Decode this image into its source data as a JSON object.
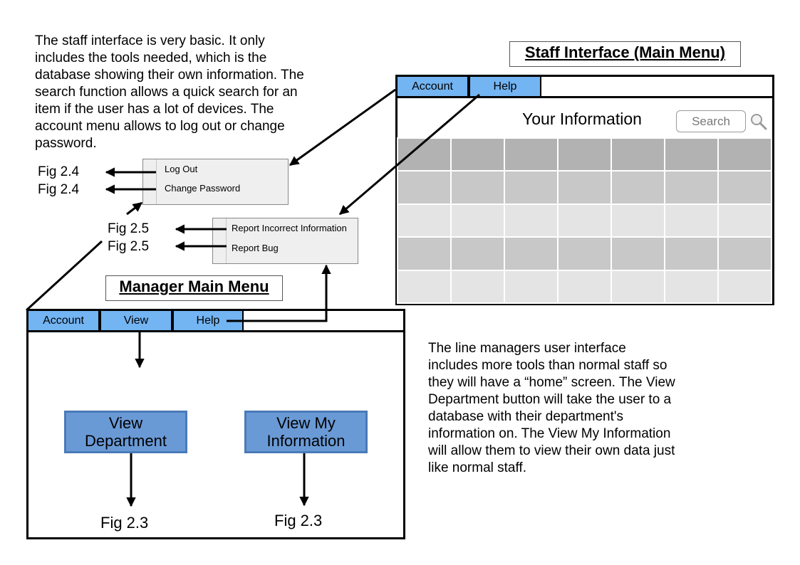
{
  "staff_description": {
    "lines": [
      "The staff interface is very basic. It only",
      "includes the tools needed, which is the",
      "database showing their own information. The",
      "search function allows a quick search for an",
      "item if the user has a lot of devices. The",
      "account menu allows to log out or change",
      "password."
    ]
  },
  "manager_description": {
    "lines": [
      "The line managers user interface",
      "includes more tools than normal staff so",
      "they will have a “home” screen. The View",
      "Department button will take the user to a",
      "database with their department's",
      "information on. The View My Information",
      "will allow them to view their own data just",
      "like normal staff."
    ]
  },
  "staff_interface": {
    "title": "Staff Interface (Main Menu)",
    "menu": [
      "Account",
      "Help"
    ],
    "heading": "Your Information",
    "search_placeholder": "Search",
    "grid": {
      "rows": 5,
      "cols": 7,
      "row_colors": [
        "#b2b2b2",
        "#c8c8c8",
        "#e4e4e4",
        "#c8c8c8",
        "#e4e4e4"
      ]
    }
  },
  "account_menu": {
    "items": [
      "Log Out",
      "Change Password"
    ],
    "refs": [
      "Fig 2.4",
      "Fig 2.4"
    ]
  },
  "help_menu": {
    "items": [
      "Report Incorrect Information",
      "Report Bug"
    ],
    "refs": [
      "Fig 2.5",
      "Fig 2.5"
    ]
  },
  "manager_interface": {
    "title": "Manager Main Menu",
    "menu": [
      "Account",
      "View",
      "Help"
    ],
    "buttons": [
      {
        "lines": [
          "View",
          "Department"
        ],
        "ref": "Fig 2.3"
      },
      {
        "lines": [
          "View My",
          "Information"
        ],
        "ref": "Fig 2.3"
      }
    ]
  },
  "colors": {
    "tab": "#73b4f2",
    "button": "#6a9ad6",
    "menu_bg": "#efefef"
  }
}
